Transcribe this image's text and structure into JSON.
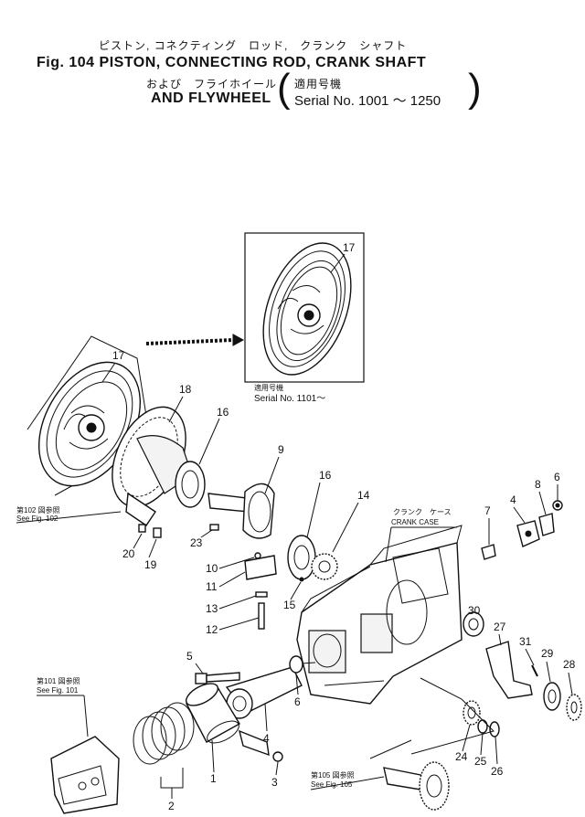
{
  "title": {
    "jp_line1": "ピストン, コネクティング　ロッド,　クランク　シャフト",
    "en_line1": "Fig. 104 PISTON, CONNECTING ROD, CRANK SHAFT",
    "jp_line2": "および　フライホイール",
    "en_line2": "AND FLYWHEEL",
    "serial_jp": "適用号機",
    "serial_en": "Serial  No. 1001 ～ 1250"
  },
  "inset": {
    "serial_jp": "適用号機",
    "serial_en": "Serial No. 1101～"
  },
  "refs": {
    "fig102_jp": "第102 図参照",
    "fig102_en": "See Fig. 102",
    "fig101_jp": "第101 図参照",
    "fig101_en": "See Fig. 101",
    "fig105_jp": "第105 図参照",
    "fig105_en": "See Fig. 105"
  },
  "crank_case": {
    "jp": "クランク　ケース",
    "en": "CRANK CASE"
  },
  "callouts": {
    "c17_inset": "17",
    "c17": "17",
    "c18": "18",
    "c16a": "16",
    "c9": "9",
    "c16b": "16",
    "c14": "14",
    "c7": "7",
    "c4a": "4",
    "c8": "8",
    "c6a": "6",
    "c20": "20",
    "c19": "19",
    "c23": "23",
    "c10": "10",
    "c11": "11",
    "c13": "13",
    "c12": "12",
    "c15": "15",
    "c30": "30",
    "c27": "27",
    "c31": "31",
    "c29": "29",
    "c28": "28",
    "c5": "5",
    "c6b": "6",
    "c2": "2",
    "c1": "1",
    "c4b": "4",
    "c3": "3",
    "c24": "24",
    "c25": "25",
    "c26": "26"
  }
}
